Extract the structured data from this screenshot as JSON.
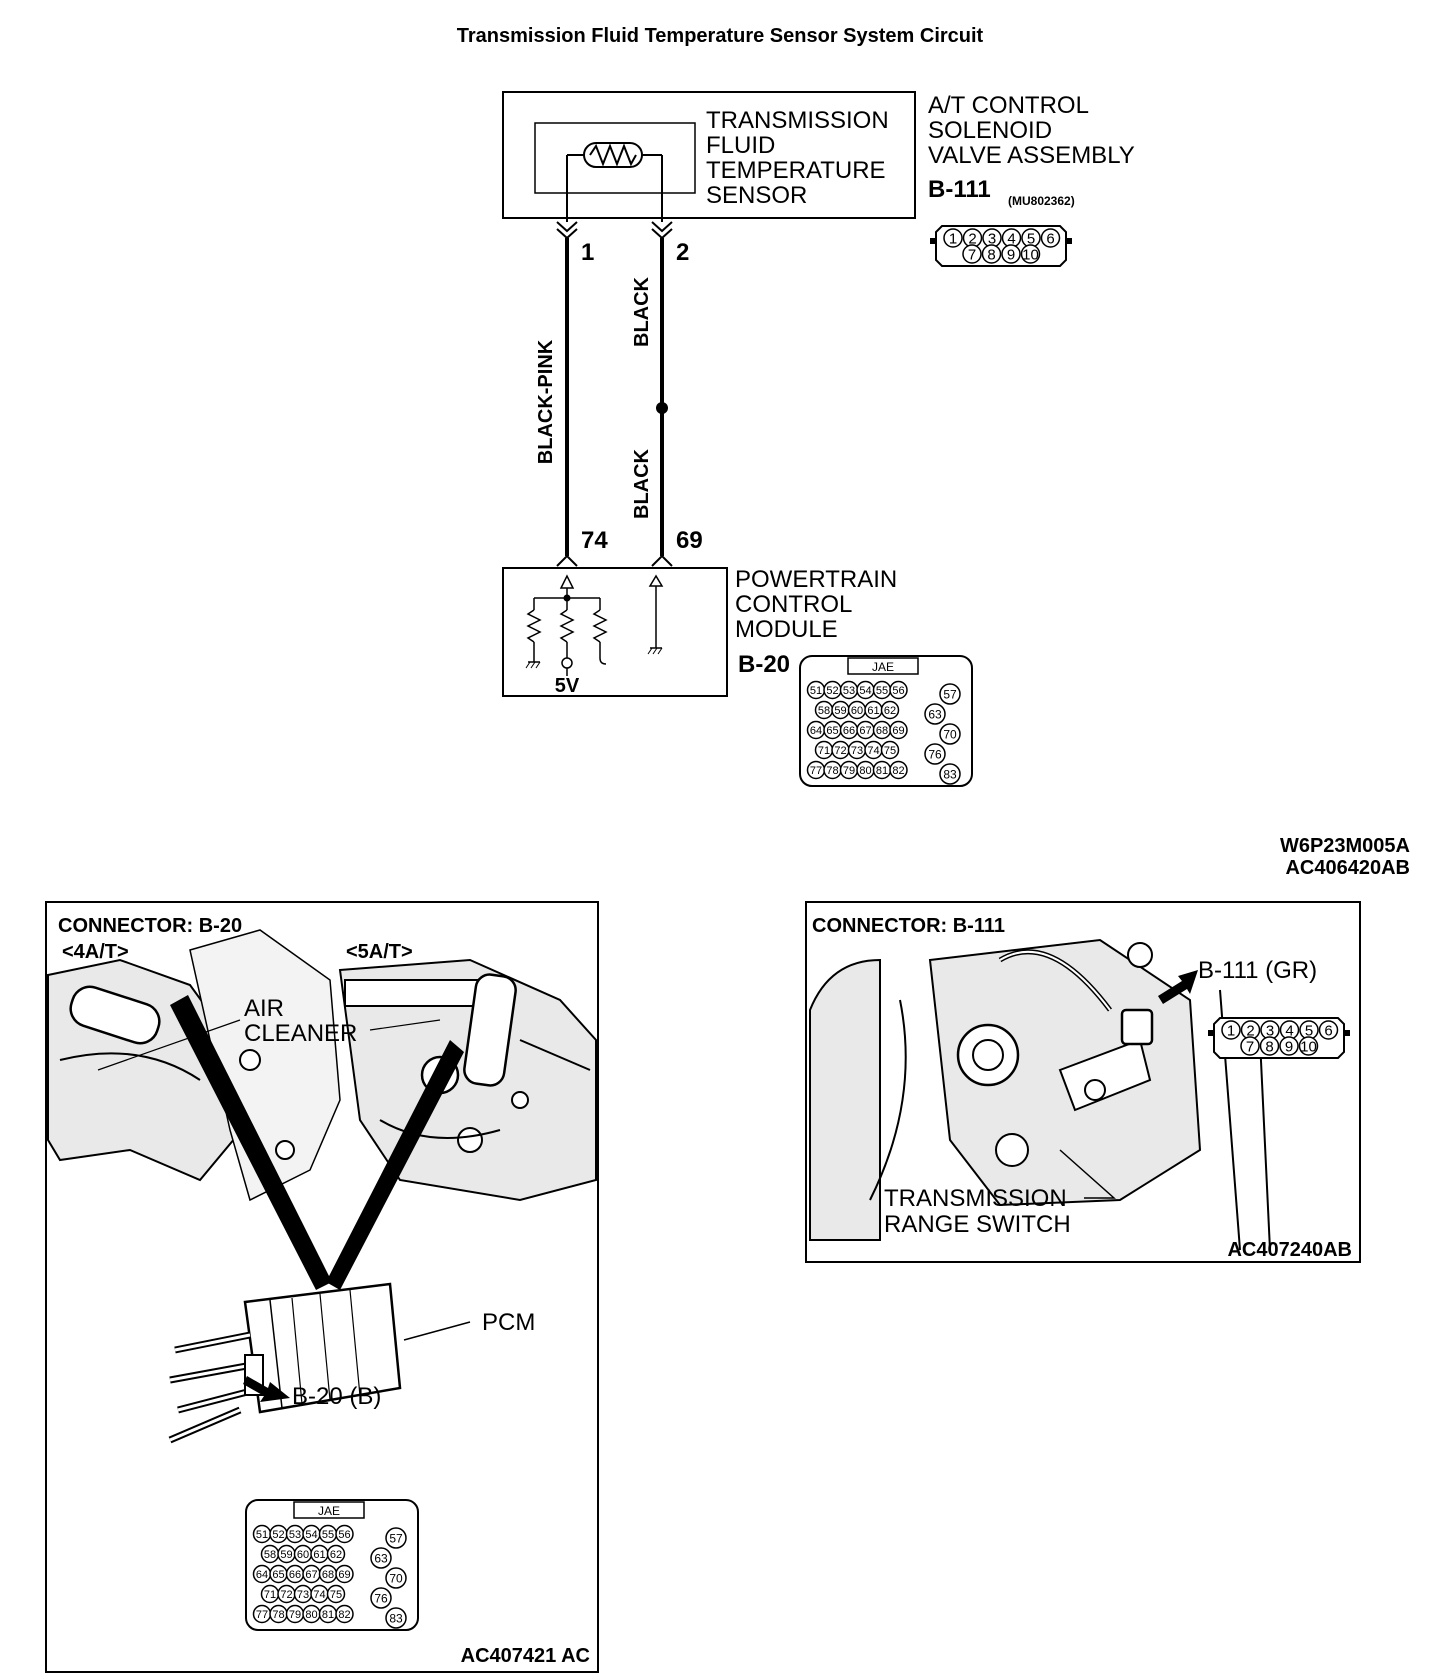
{
  "title": "Transmission Fluid Temperature Sensor System Circuit",
  "circuit": {
    "sensor_lines": [
      "TRANSMISSION",
      "FLUID",
      "TEMPERATURE",
      "SENSOR"
    ],
    "assembly_lines": [
      "A/T CONTROL",
      "SOLENOID",
      "VALVE ASSEMBLY"
    ],
    "assembly_connector": "B-111",
    "assembly_part_no": "(MU802362)",
    "wire1": {
      "pin_top": "1",
      "color": "BLACK-PINK",
      "pin_bottom": "74"
    },
    "wire2": {
      "pin_top": "2",
      "color_upper": "BLACK",
      "color_lower": "BLACK",
      "pin_bottom": "69"
    },
    "pcm_lines": [
      "POWERTRAIN",
      "CONTROL",
      "MODULE"
    ],
    "pcm_connector": "B-20",
    "voltage": "5V",
    "code_1": "W6P23M005A",
    "code_2": "AC406420AB"
  },
  "connector_b111_pins": {
    "row1": [
      "1",
      "2",
      "3",
      "4",
      "5",
      "6"
    ],
    "row2": [
      "7",
      "8",
      "9",
      "10"
    ]
  },
  "connector_b20": {
    "label": "JAE",
    "rows": [
      [
        "51",
        "52",
        "53",
        "54",
        "55",
        "56"
      ],
      [
        "58",
        "59",
        "60",
        "61",
        "62"
      ],
      [
        "64",
        "65",
        "66",
        "67",
        "68",
        "69"
      ],
      [
        "71",
        "72",
        "73",
        "74",
        "75"
      ],
      [
        "77",
        "78",
        "79",
        "80",
        "81",
        "82"
      ]
    ],
    "side": [
      "57",
      "63",
      "70",
      "76",
      "83"
    ]
  },
  "panel_left": {
    "heading": "CONNECTOR: B-20",
    "variant_a": "<4A/T>",
    "variant_b": "<5A/T>",
    "air_1": "AIR",
    "air_2": "CLEANER",
    "pcm": "PCM",
    "callout": "B-20 (B)",
    "code": "AC407421 AC"
  },
  "panel_right": {
    "heading": "CONNECTOR: B-111",
    "callout": "B-111 (GR)",
    "switch_1": "TRANSMISSION",
    "switch_2": "RANGE SWITCH",
    "code": "AC407240AB"
  }
}
